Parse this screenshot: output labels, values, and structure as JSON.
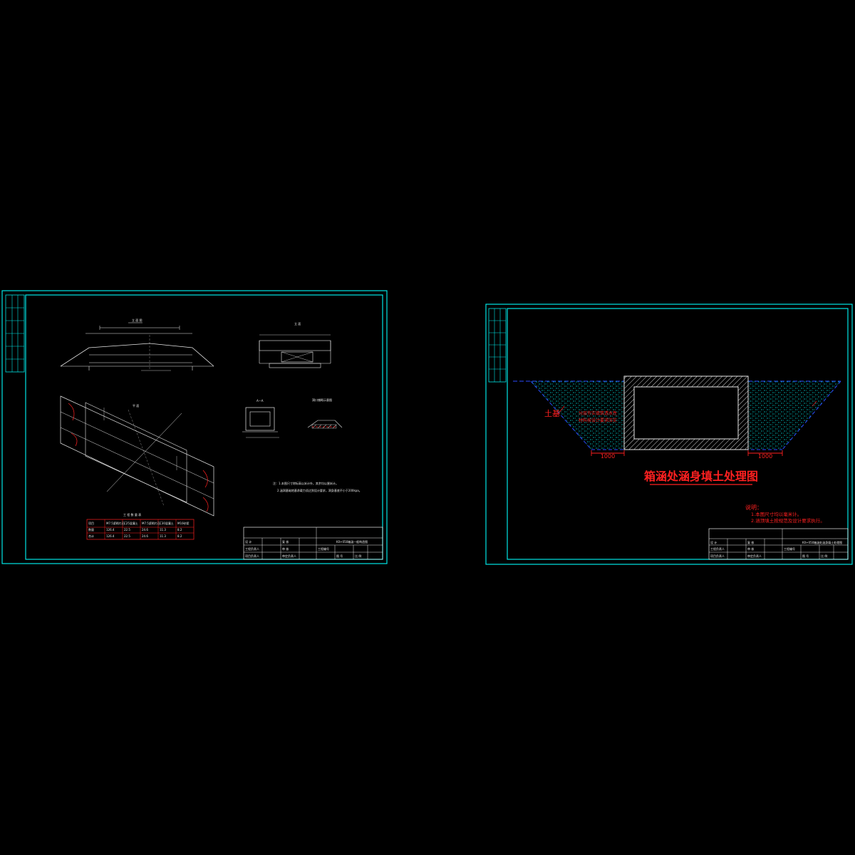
{
  "sheet1": {
    "elevation_title": "立 面 图",
    "section_view_title": "立 面",
    "plan_title": "平 面",
    "section_aa_title": "A—A",
    "guard_title": "洞口铺砌示意图",
    "table_title": "工 程 数 量 表",
    "table_headers": [
      "项目",
      "M7.5浆砌片石",
      "C25混凝土",
      "M7.5浆砌片石",
      "C30混凝土",
      "M10砂浆"
    ],
    "table_rows": [
      [
        "数量",
        "126.4",
        "22.5",
        "24.6",
        "11.3",
        "8.2"
      ],
      [
        "合计",
        "126.4",
        "22.5",
        "24.6",
        "11.3",
        "8.2"
      ]
    ],
    "notes": [
      "注：1.本图尺寸除标高以米计外，其余均以厘米计。",
      "2.涵洞基础地基承载力须达到设计要求，洞身基底不小于200kpa。"
    ],
    "title_block": {
      "drawing_title": "K0+050箱涵一般构造图",
      "rows": [
        [
          "设 计",
          "复 核"
        ],
        [
          "工程负责人",
          "审 核"
        ],
        [
          "项目负责人",
          "审定负责人"
        ]
      ],
      "meta": [
        "工程编号",
        "图 号",
        "比 例"
      ]
    }
  },
  "sheet2": {
    "main_title": "箱涵处涵身填土处理图",
    "label_left": "土基",
    "label_fill": [
      "分层夯实填筑透水性",
      "材料按设计要求压实"
    ],
    "dim_left": "1000",
    "dim_right": "1000",
    "notes_title": "说明：",
    "notes": [
      "1.本图尺寸均以毫米计。",
      "2.涵顶填土按规范及设计要求执行。"
    ],
    "title_block": {
      "drawing_title": "K0+050箱涵处涵身填土处理图",
      "rows": [
        [
          "设 计",
          "复 核"
        ],
        [
          "工程负责人",
          "审 核"
        ],
        [
          "项目负责人",
          "审定负责人"
        ]
      ],
      "meta": [
        "工程编号",
        "图 号",
        "比 例"
      ]
    }
  }
}
